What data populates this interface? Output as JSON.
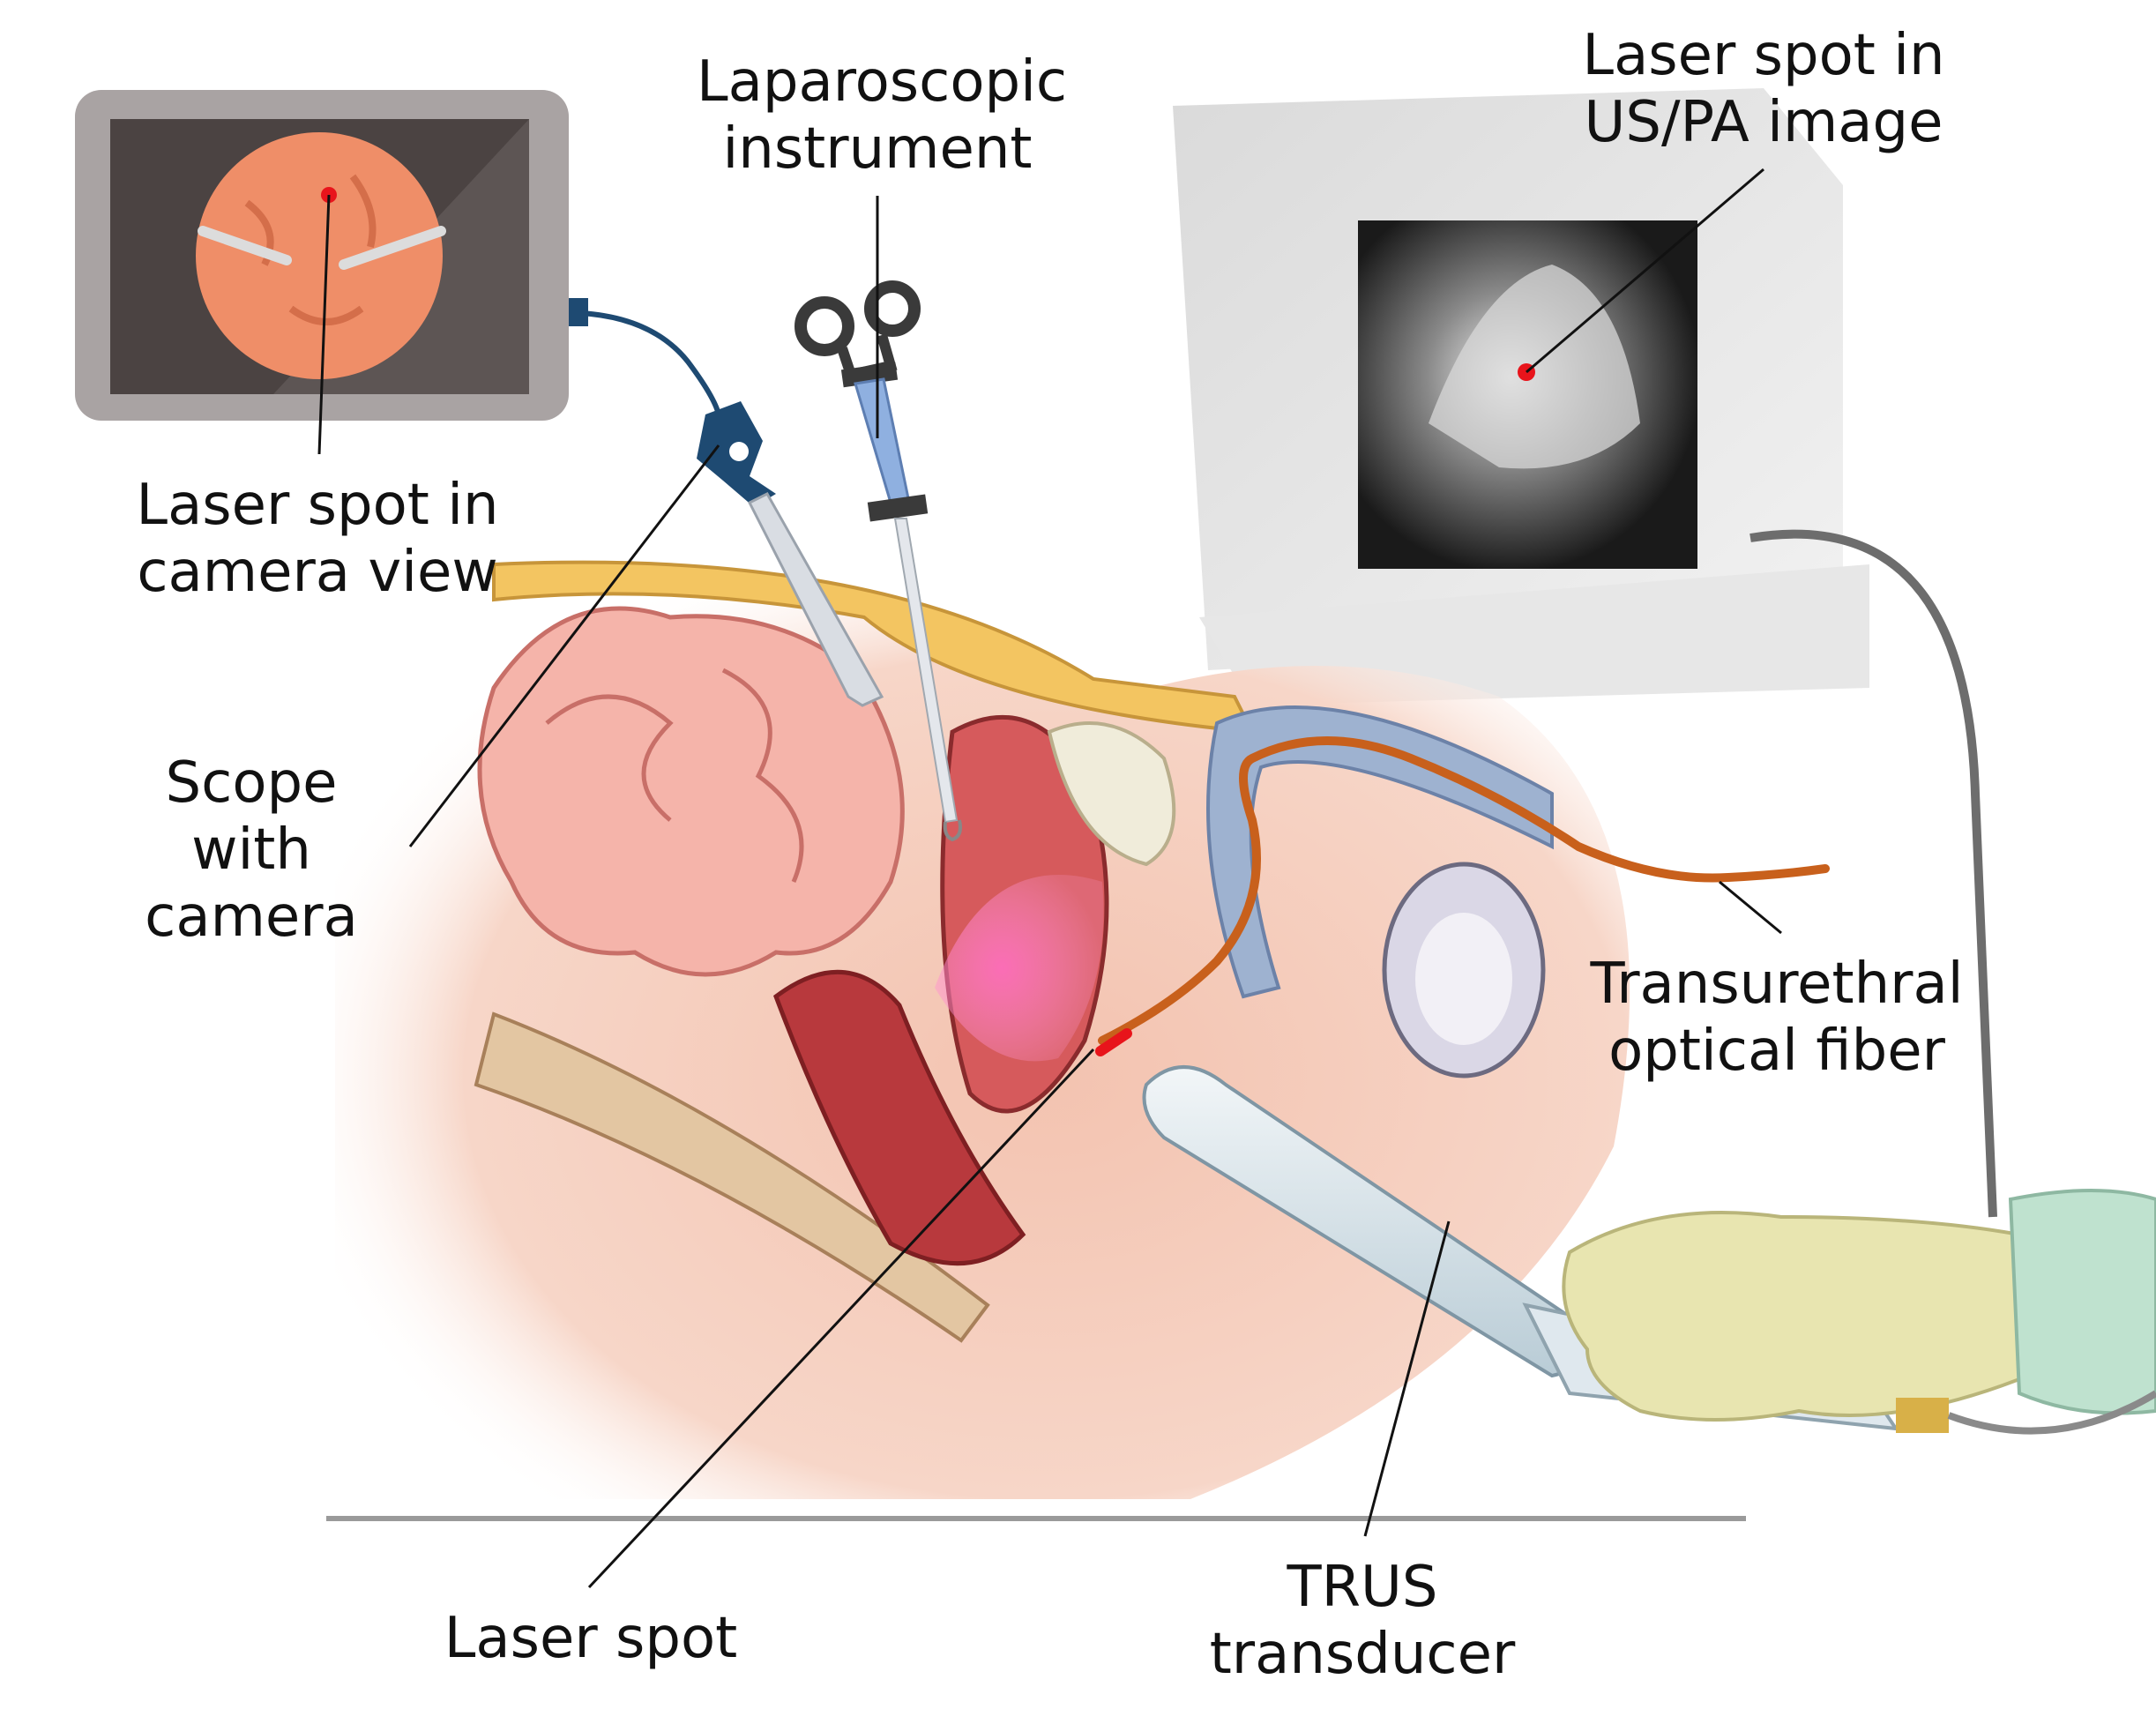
{
  "labels": {
    "camera_view": [
      "Laser spot in",
      "camera view"
    ],
    "laparoscopic": [
      "Laparoscopic",
      "instrument"
    ],
    "us_pa": [
      "Laser spot in",
      "US/PA image"
    ],
    "scope": [
      "Scope",
      "with",
      "camera"
    ],
    "fiber": [
      "Transurethral",
      "optical fiber"
    ],
    "laser_spot": [
      "Laser spot"
    ],
    "trus": [
      "TRUS",
      "transducer"
    ]
  },
  "colors": {
    "laser_red": "#e8141b",
    "fiber_orange": "#c8601c",
    "scope_blue": "#1e4a72",
    "instrument_blue": "#8fb0e0",
    "tissue_pink": "#f1b7a4",
    "bladder_blue": "#9eb2d0",
    "glove": "#e8e5b0",
    "sleeve": "#bfe2cf"
  }
}
